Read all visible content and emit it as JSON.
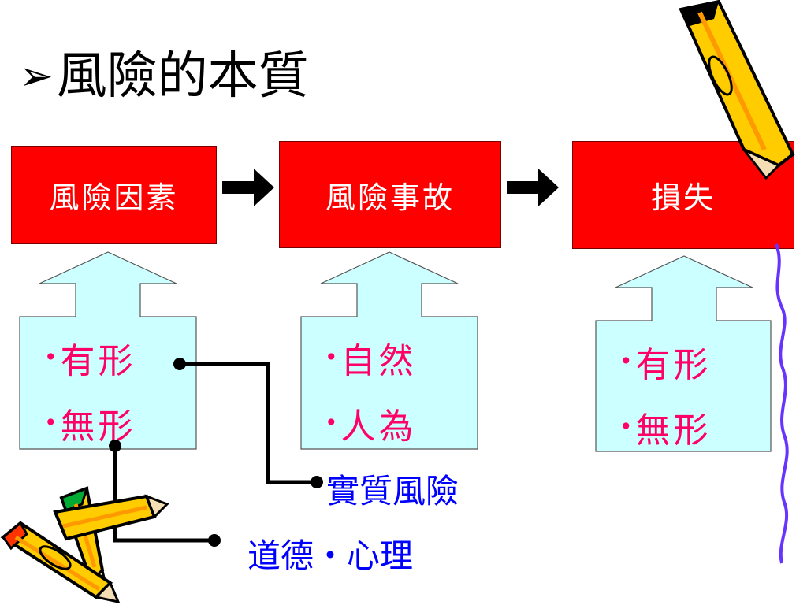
{
  "title": {
    "bullet": "➢",
    "text": "風險的本質"
  },
  "flow": {
    "boxes": [
      "風險因素",
      "風險事故",
      "損失"
    ]
  },
  "details": [
    {
      "lines": [
        "有形",
        "無形"
      ]
    },
    {
      "lines": [
        "自然",
        "人為"
      ]
    },
    {
      "lines": [
        "有形",
        "無形"
      ]
    }
  ],
  "bullet_char": "•",
  "callouts": {
    "substantial": "實質風險",
    "moral": "道德・心理"
  },
  "colors": {
    "box_fill": "#ff0000",
    "detail_fill": "#ccffff",
    "detail_text": "#ff0066",
    "callout_text": "#0000ff",
    "squiggle": "#6633ff"
  }
}
